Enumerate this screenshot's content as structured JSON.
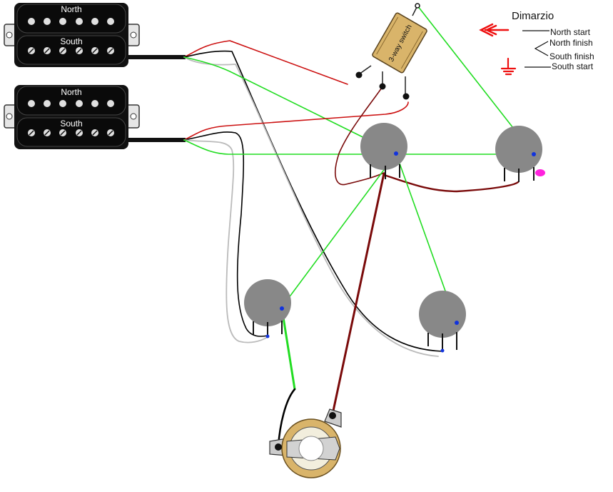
{
  "pickups": [
    {
      "north_label": "North",
      "south_label": "South"
    },
    {
      "north_label": "North",
      "south_label": "South"
    }
  ],
  "switch": {
    "label": "3-way switch"
  },
  "legend": {
    "brand": "Dimarzio",
    "north_start": "North start",
    "north_finish": "North finish",
    "south_finish": "South finish",
    "south_start": "South start"
  },
  "colors": {
    "red": "#cc1111",
    "green": "#22dd22",
    "black": "#000000",
    "gray": "#bbbbbb",
    "brown": "#7a0a0a",
    "pot": "#888888",
    "ground_symbol": "#ee1111",
    "magenta_marker": "#ff22dd"
  }
}
